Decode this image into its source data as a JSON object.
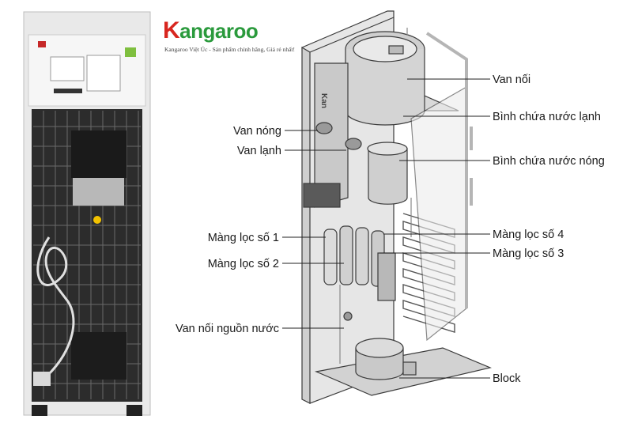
{
  "brand": {
    "name": "Kangaroo",
    "initial": "K",
    "rest": "angaroo",
    "tagline": "Kangaroo Việt Úc - Sản phẩm chính hãng, Giá rẻ nhất!",
    "side_mark": "Kan",
    "colors": {
      "initial": "#d8261f",
      "name": "#2a9a3c"
    }
  },
  "labels": {
    "van_noi": "Van nối",
    "binh_lanh": "Bình chứa nước lạnh",
    "binh_nong": "Bình chứa nước nóng",
    "van_nong": "Van nóng",
    "van_lanh": "Van lạnh",
    "mang_loc_1": "Màng lọc số 1",
    "mang_loc_2": "Màng lọc số 2",
    "mang_loc_4": "Màng lọc số 4",
    "mang_loc_3": "Màng lọc số 3",
    "van_noi_nguon": "Van nối nguồn nước",
    "block": "Block"
  }
}
